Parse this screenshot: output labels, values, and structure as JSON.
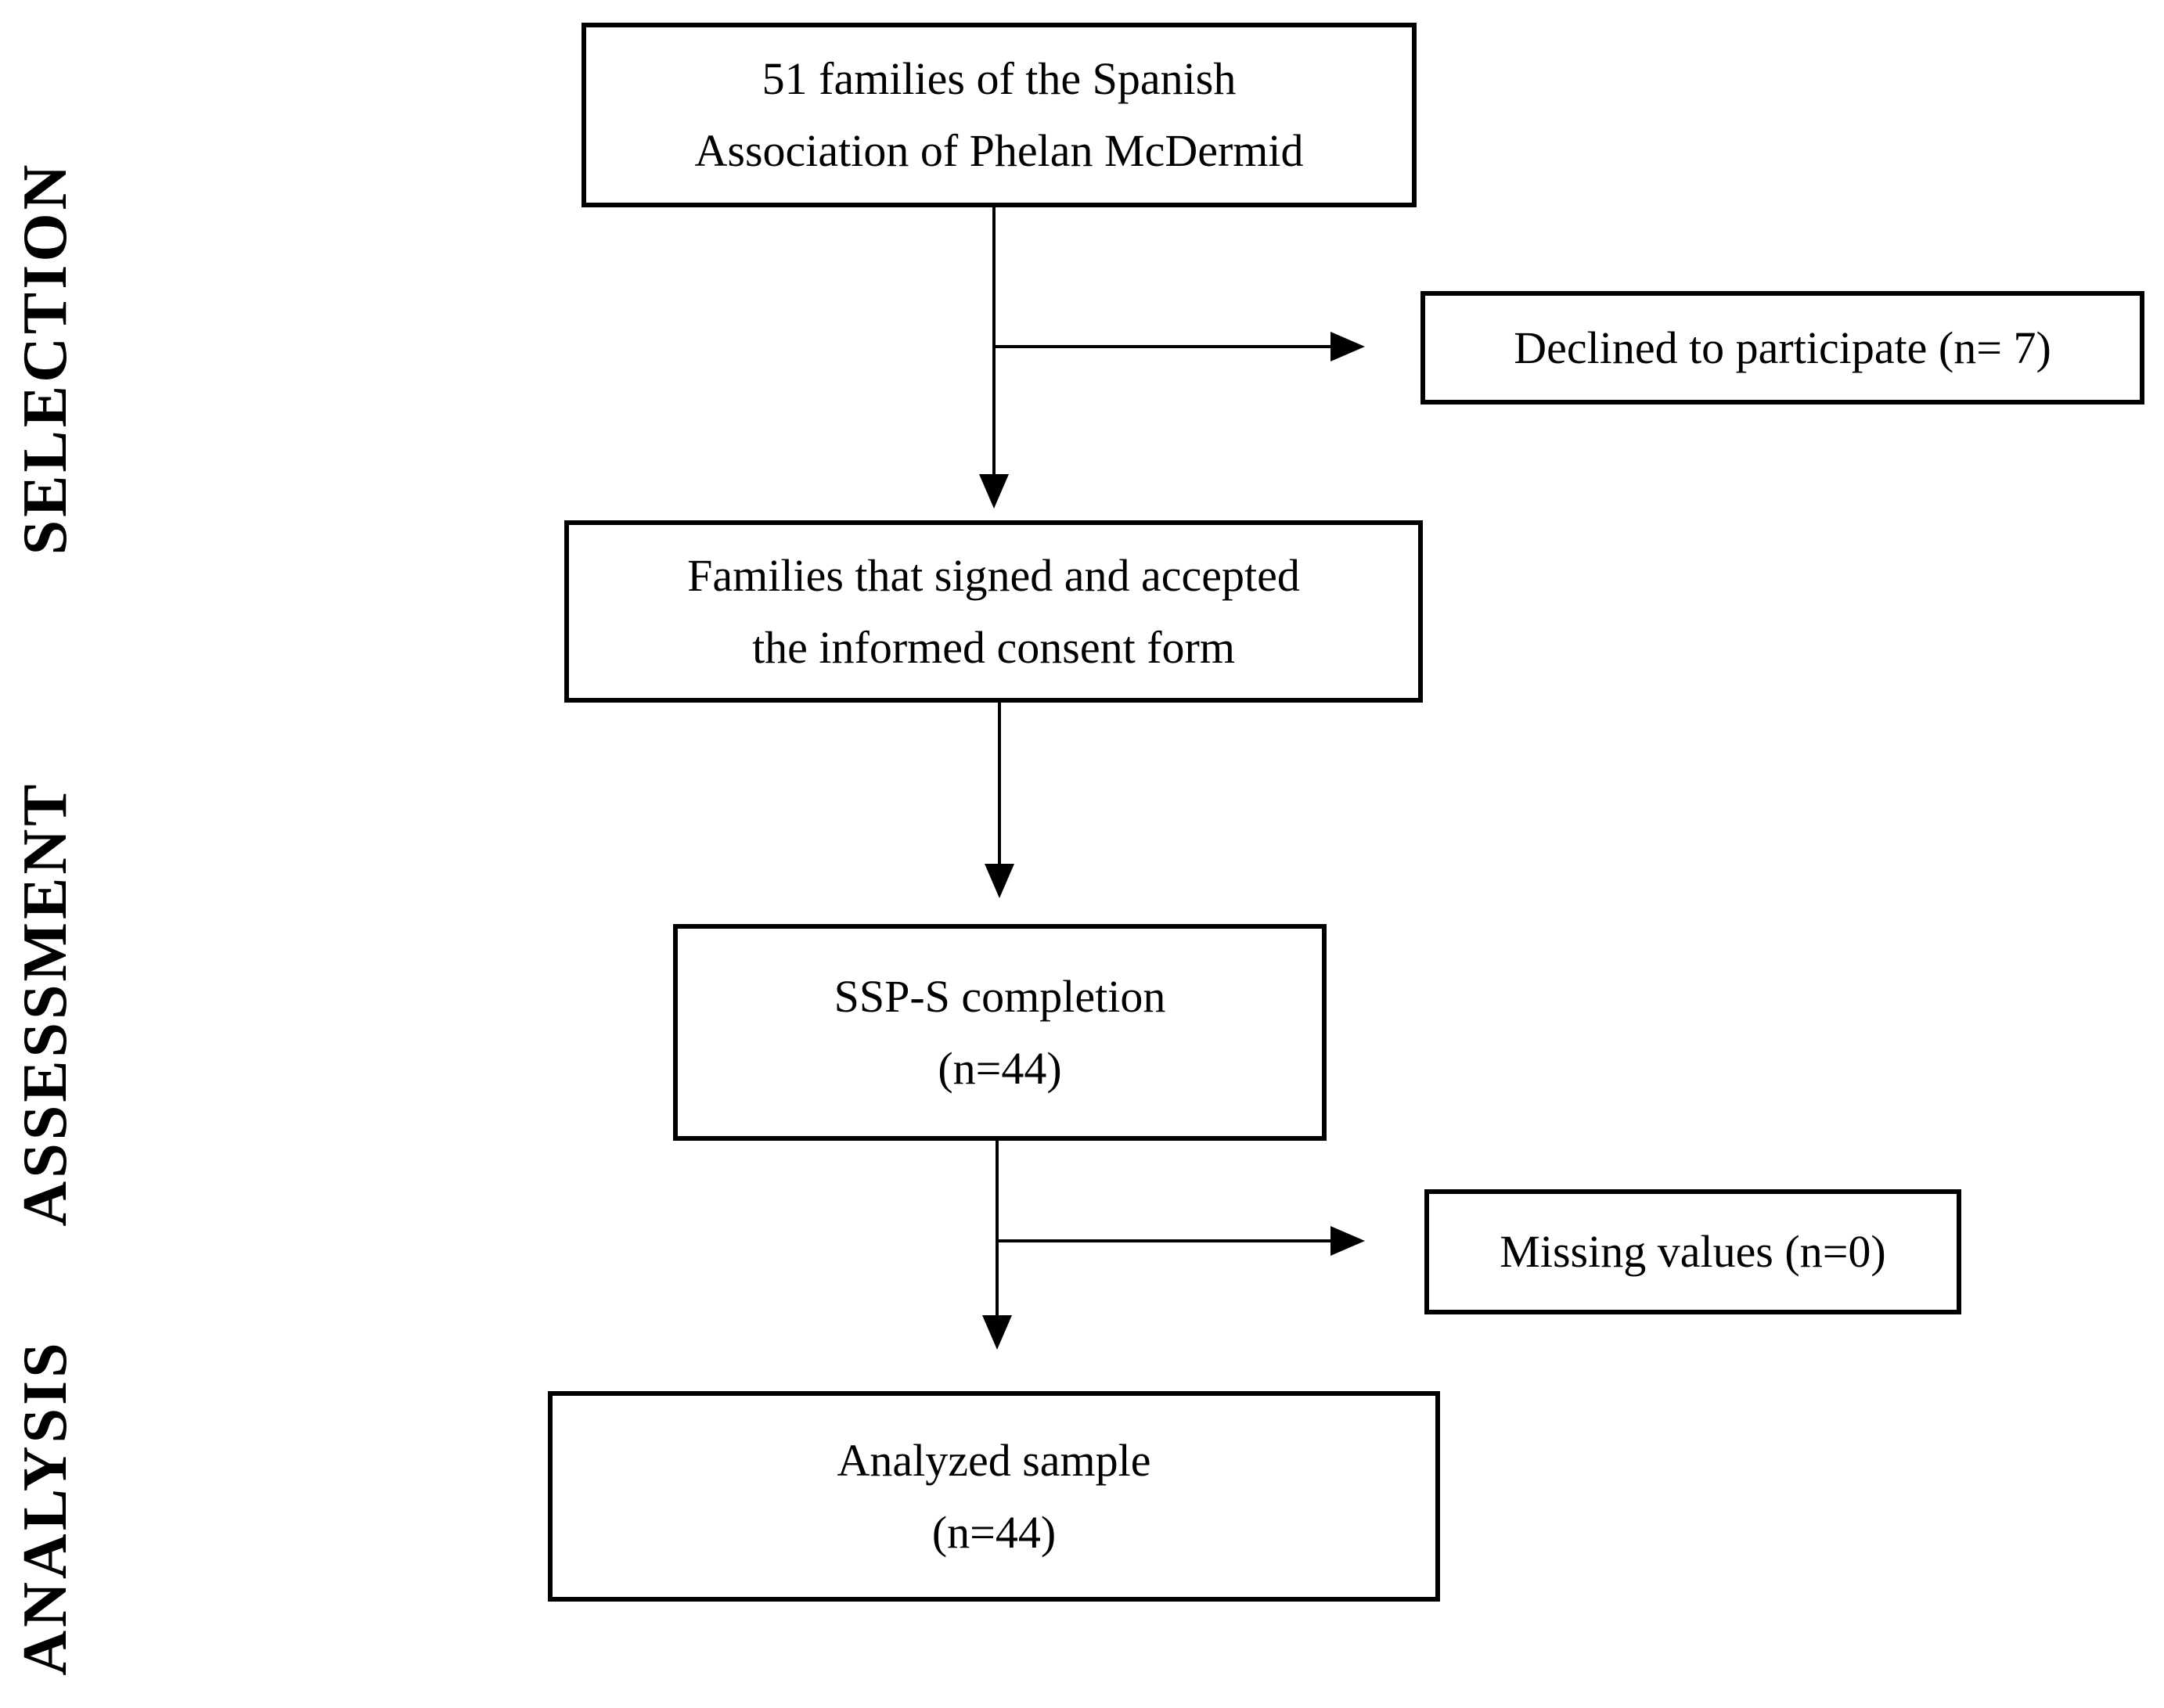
{
  "figure": {
    "background": "#ffffff",
    "ink": "#000000"
  },
  "stage_labels": {
    "selection": "SELECTION",
    "assessment": "ASSESSMENT",
    "analysis": "ANALYSIS"
  },
  "boxes": {
    "initial": {
      "line1": "51 families of the Spanish",
      "line2": "Association of Phelan McDermid"
    },
    "declined": {
      "line1": "Declined to participate (n= 7)"
    },
    "consent": {
      "line1": "Families that signed and accepted",
      "line2": "the informed consent form"
    },
    "ssp": {
      "line1": "SSP-S completion",
      "line2": "(n=44)"
    },
    "missing": {
      "line1": "Missing values (n=0)"
    },
    "analyzed": {
      "line1": "Analyzed sample",
      "line2": "(n=44)"
    }
  }
}
